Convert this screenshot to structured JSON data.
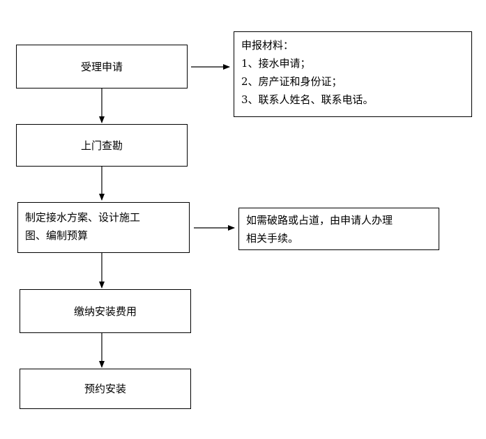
{
  "flow": {
    "step1": "受理申请",
    "step2": "上门查勘",
    "step3_line1": "制定接水方案、设计施工",
    "step3_line2": "图、编制预算",
    "step4": "缴纳安装费用",
    "step5": "预约安装"
  },
  "notes": {
    "materials": {
      "title": "申报材料：",
      "items": [
        "1、接水申请；",
        "2、房产证和身份证；",
        "3、联系人姓名、联系电话。"
      ]
    },
    "road": {
      "line1": "如需破路或占道，由申请人办理",
      "line2": "相关手续。"
    }
  }
}
